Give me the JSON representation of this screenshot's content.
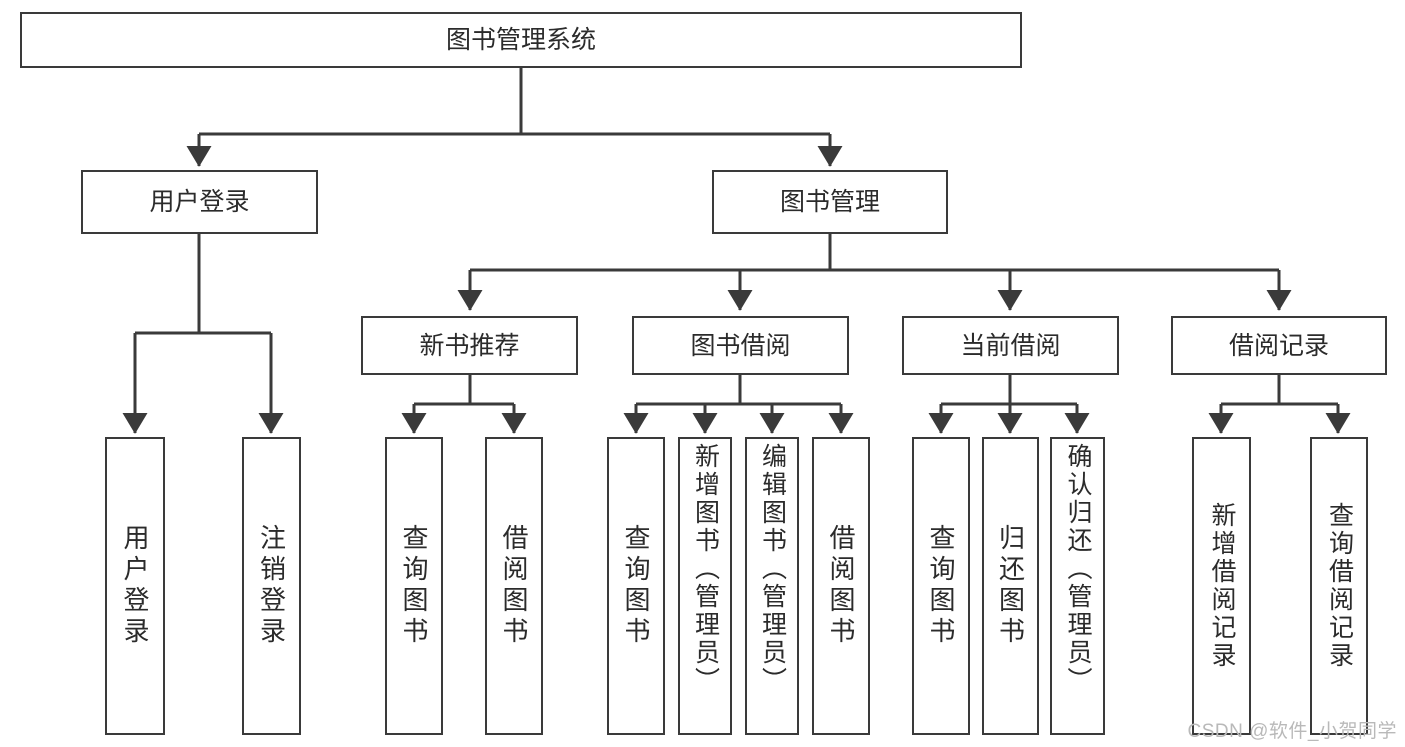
{
  "diagram": {
    "title": "图书管理系统",
    "type": "tree-hierarchy",
    "root": {
      "id": "root",
      "label": "图书管理系统"
    },
    "level2": [
      {
        "id": "user-login",
        "label": "用户登录"
      },
      {
        "id": "book-manage",
        "label": "图书管理"
      }
    ],
    "level3": [
      {
        "id": "new-book-rec",
        "label": "新书推荐",
        "parent": "book-manage"
      },
      {
        "id": "book-borrow",
        "label": "图书借阅",
        "parent": "book-manage"
      },
      {
        "id": "current-borrow",
        "label": "当前借阅",
        "parent": "book-manage"
      },
      {
        "id": "borrow-record",
        "label": "借阅记录",
        "parent": "book-manage"
      }
    ],
    "leaves": [
      {
        "id": "leaf-user-login",
        "label": "用户登录",
        "parent": "user-login"
      },
      {
        "id": "leaf-logout-login",
        "label": "注销登录",
        "parent": "user-login"
      },
      {
        "id": "leaf-query-book-1",
        "label": "查询图书",
        "parent": "new-book-rec"
      },
      {
        "id": "leaf-borrow-book-1",
        "label": "借阅图书",
        "parent": "new-book-rec"
      },
      {
        "id": "leaf-query-book-2",
        "label": "查询图书",
        "parent": "book-borrow"
      },
      {
        "id": "leaf-add-book",
        "label": "新增图书（管理员）",
        "parent": "book-borrow"
      },
      {
        "id": "leaf-edit-book",
        "label": "编辑图书（管理员）",
        "parent": "book-borrow"
      },
      {
        "id": "leaf-borrow-book-2",
        "label": "借阅图书",
        "parent": "book-borrow"
      },
      {
        "id": "leaf-query-book-3",
        "label": "查询图书",
        "parent": "current-borrow"
      },
      {
        "id": "leaf-return-book",
        "label": "归还图书",
        "parent": "current-borrow"
      },
      {
        "id": "leaf-confirm-return",
        "label": "确认归还（管理员）",
        "parent": "current-borrow"
      },
      {
        "id": "leaf-add-record",
        "label": "新增借阅记录",
        "parent": "borrow-record"
      },
      {
        "id": "leaf-query-record",
        "label": "查询借阅记录",
        "parent": "borrow-record"
      }
    ],
    "colors": {
      "stroke": "#3a3a3a",
      "text": "#2b2b2b",
      "background": "#ffffff",
      "watermark": "#b9b9b9"
    }
  },
  "watermark": {
    "text": "CSDN @软件_小贺同学"
  }
}
